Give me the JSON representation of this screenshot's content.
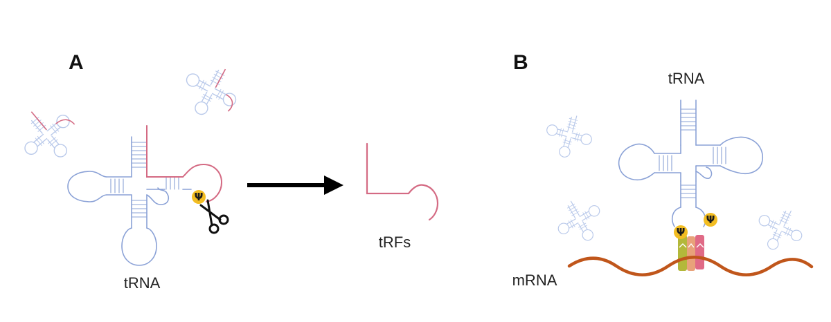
{
  "panels": {
    "a": {
      "letter": "A",
      "trna_label": "tRNA",
      "product_label": "tRFs"
    },
    "b": {
      "letter": "B",
      "trna_label": "tRNA",
      "mrna_label": "mRNA"
    }
  },
  "modification_symbol": "Ψ",
  "colors": {
    "trna_strand": "#8aa1d6",
    "trna_faded": "#b9c9ea",
    "fragment": "#d46a83",
    "mrna": "#c0561b",
    "psi_badge": "#f2bd22",
    "arrow": "#000000",
    "ribo_green": "#b3b83a",
    "ribo_peach": "#e8a27a",
    "ribo_pink": "#e06a86"
  },
  "icons": [
    "scissors-icon",
    "arrow-right-icon",
    "psi-badge-icon"
  ]
}
